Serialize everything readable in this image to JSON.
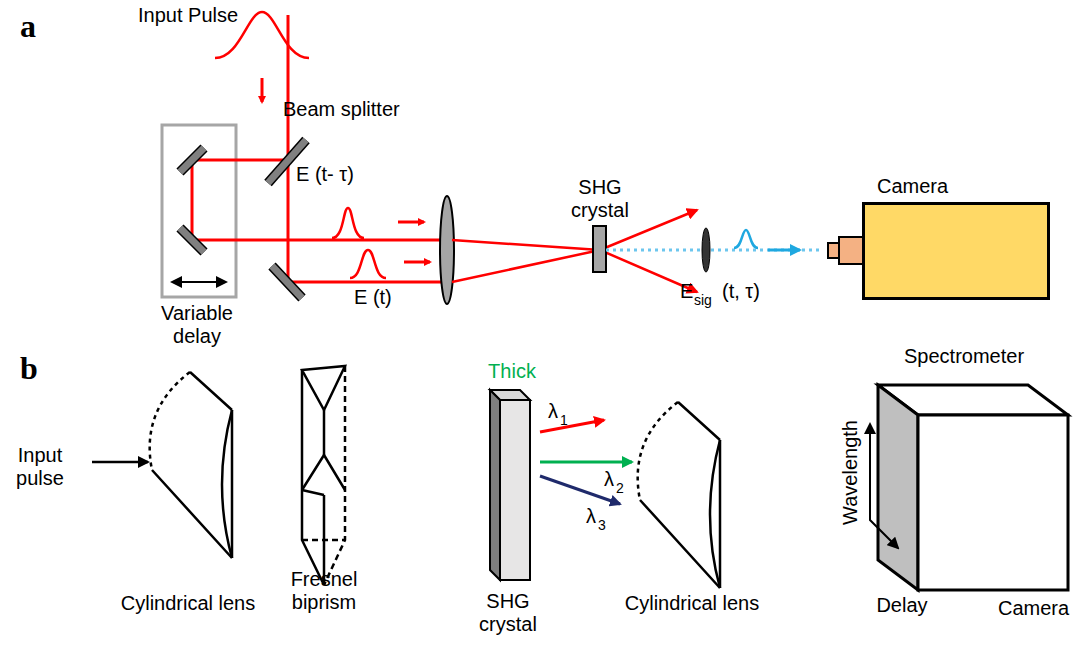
{
  "diagram": {
    "nodes": [
      {
        "text": [
          "Camera"
        ]
      },
      {
        "text": [
          "Spectrometer",
          "Camera"
        ]
      }
    ],
    "labels": [
      "a",
      "Input Pulse",
      "Beam splitter",
      "E (t- τ)",
      "E (t)",
      "Variable delay",
      "SHG crystal",
      "E",
      "sig",
      "(t, τ)",
      "b",
      "Input pulse",
      "Cylindrical lens",
      "Fresnel biprism",
      "Thick",
      "SHG crystal",
      "Cylindrical lens",
      "λ",
      "1",
      "λ",
      "2",
      "λ",
      "3",
      "Wavelength",
      "Delay"
    ]
  }
}
